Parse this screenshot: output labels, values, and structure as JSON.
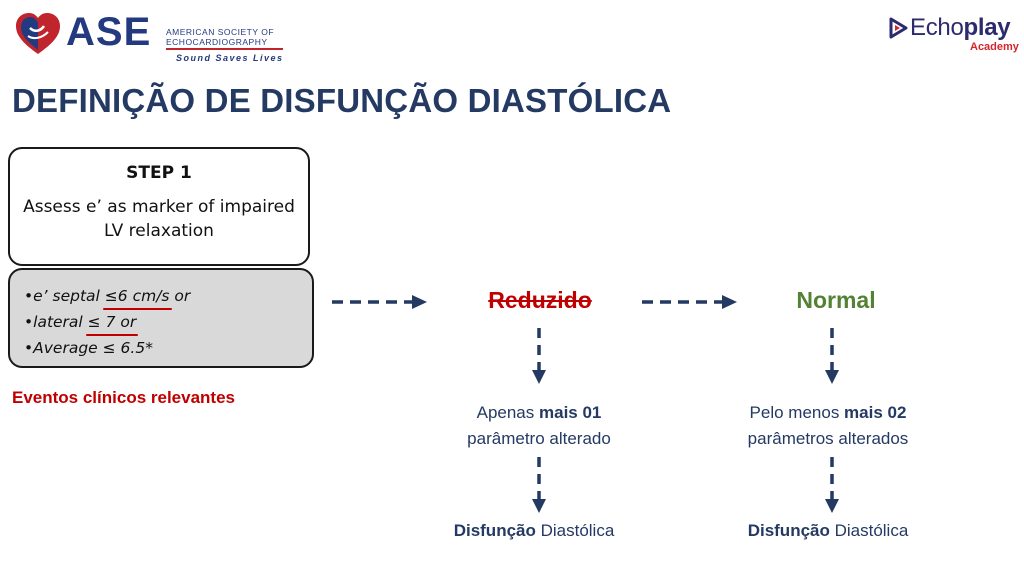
{
  "header": {
    "ase": {
      "wordmark": "ASE",
      "name": "American Society of Echocardiography",
      "slogan": "Sound Saves Lives",
      "colors": {
        "blue": "#243a80",
        "red": "#c0242c"
      }
    },
    "echoplay": {
      "word_a": "Echo",
      "word_b": "play",
      "sub": "Academy",
      "colors": {
        "navy": "#2d2a6e",
        "red": "#d4262b"
      }
    }
  },
  "title": "DEFINIÇÃO DE DISFUNÇÃO DIASTÓLICA",
  "step": {
    "title": "STEP 1",
    "description": "Assess e’ as marker of impaired LV relaxation"
  },
  "criteria": {
    "line1_prefix": "•e’ septal ",
    "line1_underlined": "≤6 cm/s",
    "line1_suffix": " or",
    "line2_prefix": "•lateral ",
    "line2_underlined": "≤ 7 or",
    "line3": "•Average ≤ 6.5*"
  },
  "eventos": "Eventos clínicos relevantes",
  "flow": {
    "reduzido": {
      "label": "Reduzido",
      "detail_a": "Apenas ",
      "detail_b": "mais 01",
      "detail_c": "parâmetro alterado",
      "result_a": "Disfunção",
      "result_b": " Diastólica"
    },
    "normal": {
      "label": "Normal",
      "detail_a": "Pelo menos ",
      "detail_b": "mais 02",
      "detail_c": "parâmetros alterados",
      "result_a": "Disfunção",
      "result_b": " Diastólica"
    }
  },
  "colors": {
    "navy_text": "#243a63",
    "red": "#c00000",
    "green": "#548235",
    "arrow": "#243a63",
    "criteria_bg": "#d9d9d9"
  }
}
